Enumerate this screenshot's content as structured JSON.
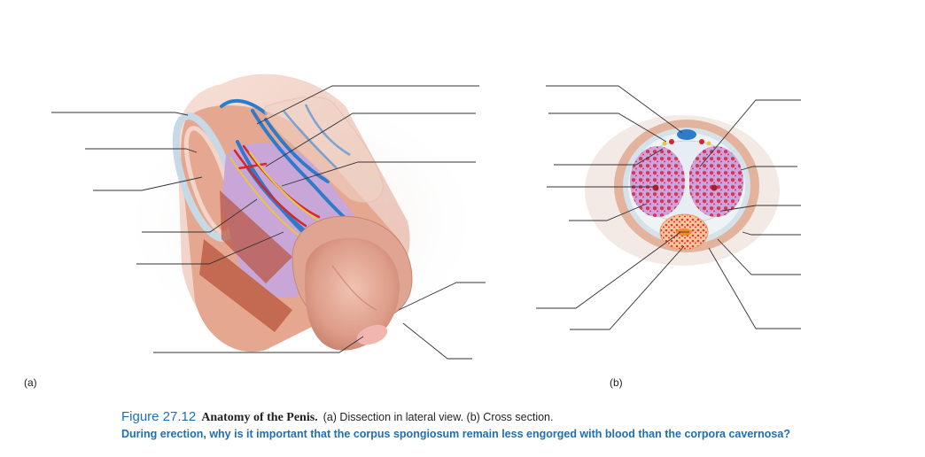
{
  "panels": {
    "a_label": "(a)",
    "b_label": "(b)"
  },
  "caption": {
    "figure_number": "Figure 27.12",
    "title": "Anatomy of the Penis.",
    "description": "(a) Dissection in lateral view. (b) Cross section.",
    "question": "During erection, why is it important that the corpus spongiosum remain less engorged with blood than the corpora cavernosa?"
  },
  "colors": {
    "skin": "#eab7a2",
    "skin_dark": "#c98670",
    "tissue_erectile": "#d24f6b",
    "tissue_background": "#c9a6d8",
    "vein_blue": "#2e7cc9",
    "artery_red": "#d7262b",
    "nerve_yellow": "#e8c640",
    "urethra_orange": "#f08a2c",
    "leader_line": "#333333",
    "caption_blue": "#1f6fb2"
  }
}
